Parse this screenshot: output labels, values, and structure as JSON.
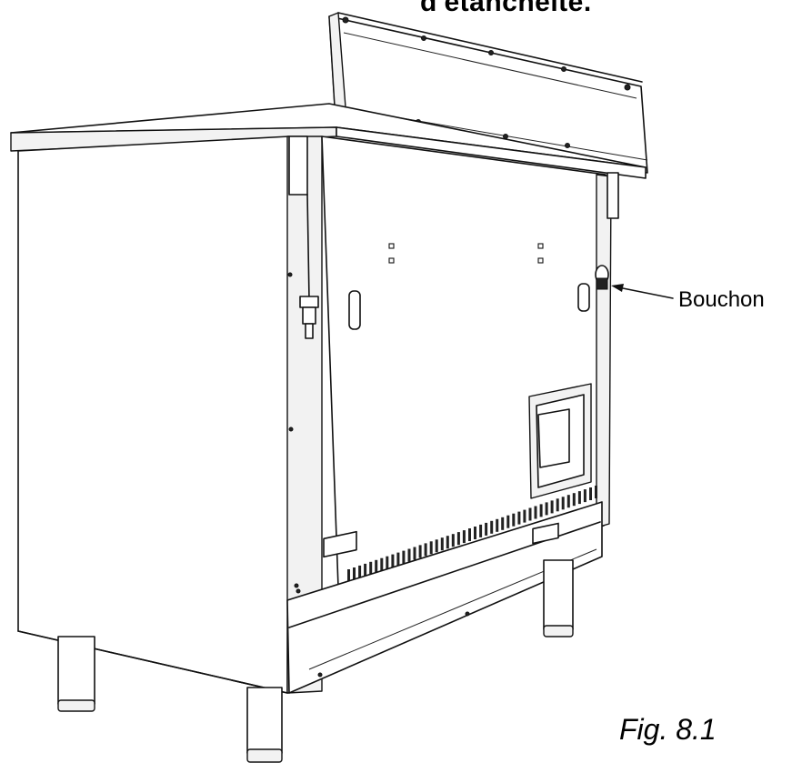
{
  "heading_fragment": "d'étanchéité.",
  "callout": {
    "label": "Bouchon"
  },
  "caption": "Fig. 8.1"
}
